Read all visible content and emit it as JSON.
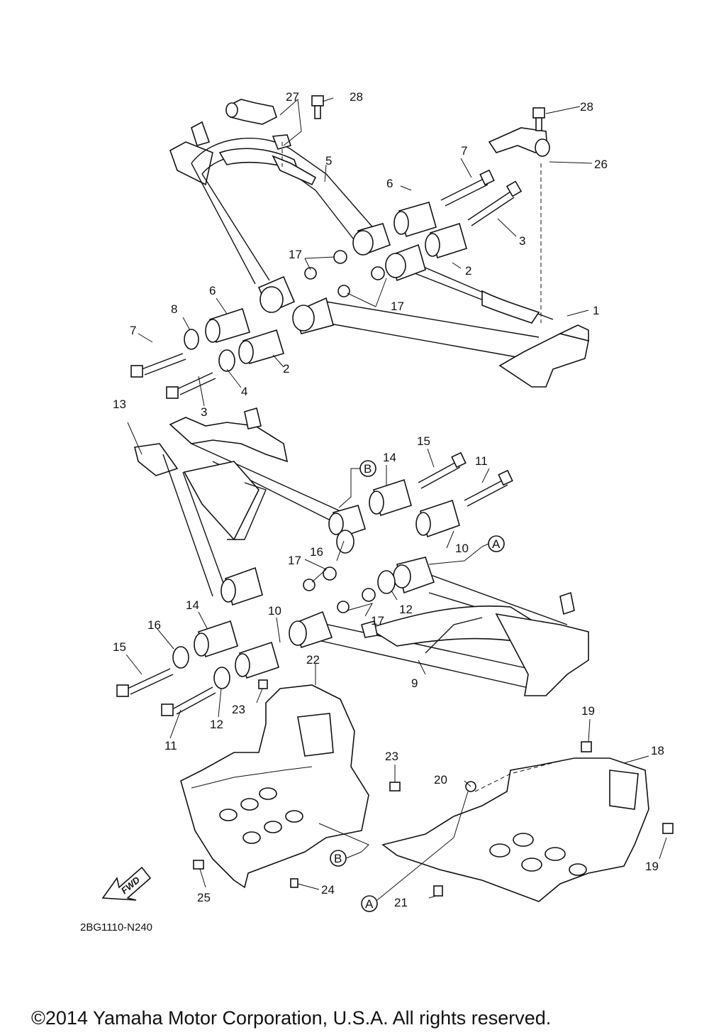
{
  "diagram": {
    "code": "2BG1110-N240",
    "copyright": "©2014 Yamaha Motor Corporation, U.S.A. All rights reserved.",
    "fwd_label": "FWD",
    "ref_a": "A",
    "ref_b": "B",
    "callouts": {
      "c1": "1",
      "c2a": "2",
      "c2b": "2",
      "c3a": "3",
      "c3b": "3",
      "c4": "4",
      "c5": "5",
      "c6a": "6",
      "c6b": "6",
      "c7a": "7",
      "c7b": "7",
      "c8": "8",
      "c9": "9",
      "c10a": "10",
      "c10b": "10",
      "c11a": "11",
      "c11b": "11",
      "c12a": "12",
      "c12b": "12",
      "c13": "13",
      "c14a": "14",
      "c14b": "14",
      "c15a": "15",
      "c15b": "15",
      "c16a": "16",
      "c16b": "16",
      "c17a": "17",
      "c17b": "17",
      "c17c": "17",
      "c17d": "17",
      "c18": "18",
      "c19a": "19",
      "c19b": "19",
      "c20": "20",
      "c21": "21",
      "c22": "22",
      "c23a": "23",
      "c23b": "23",
      "c24": "24",
      "c25": "25",
      "c26": "26",
      "c27": "27",
      "c28a": "28",
      "c28b": "28"
    }
  }
}
